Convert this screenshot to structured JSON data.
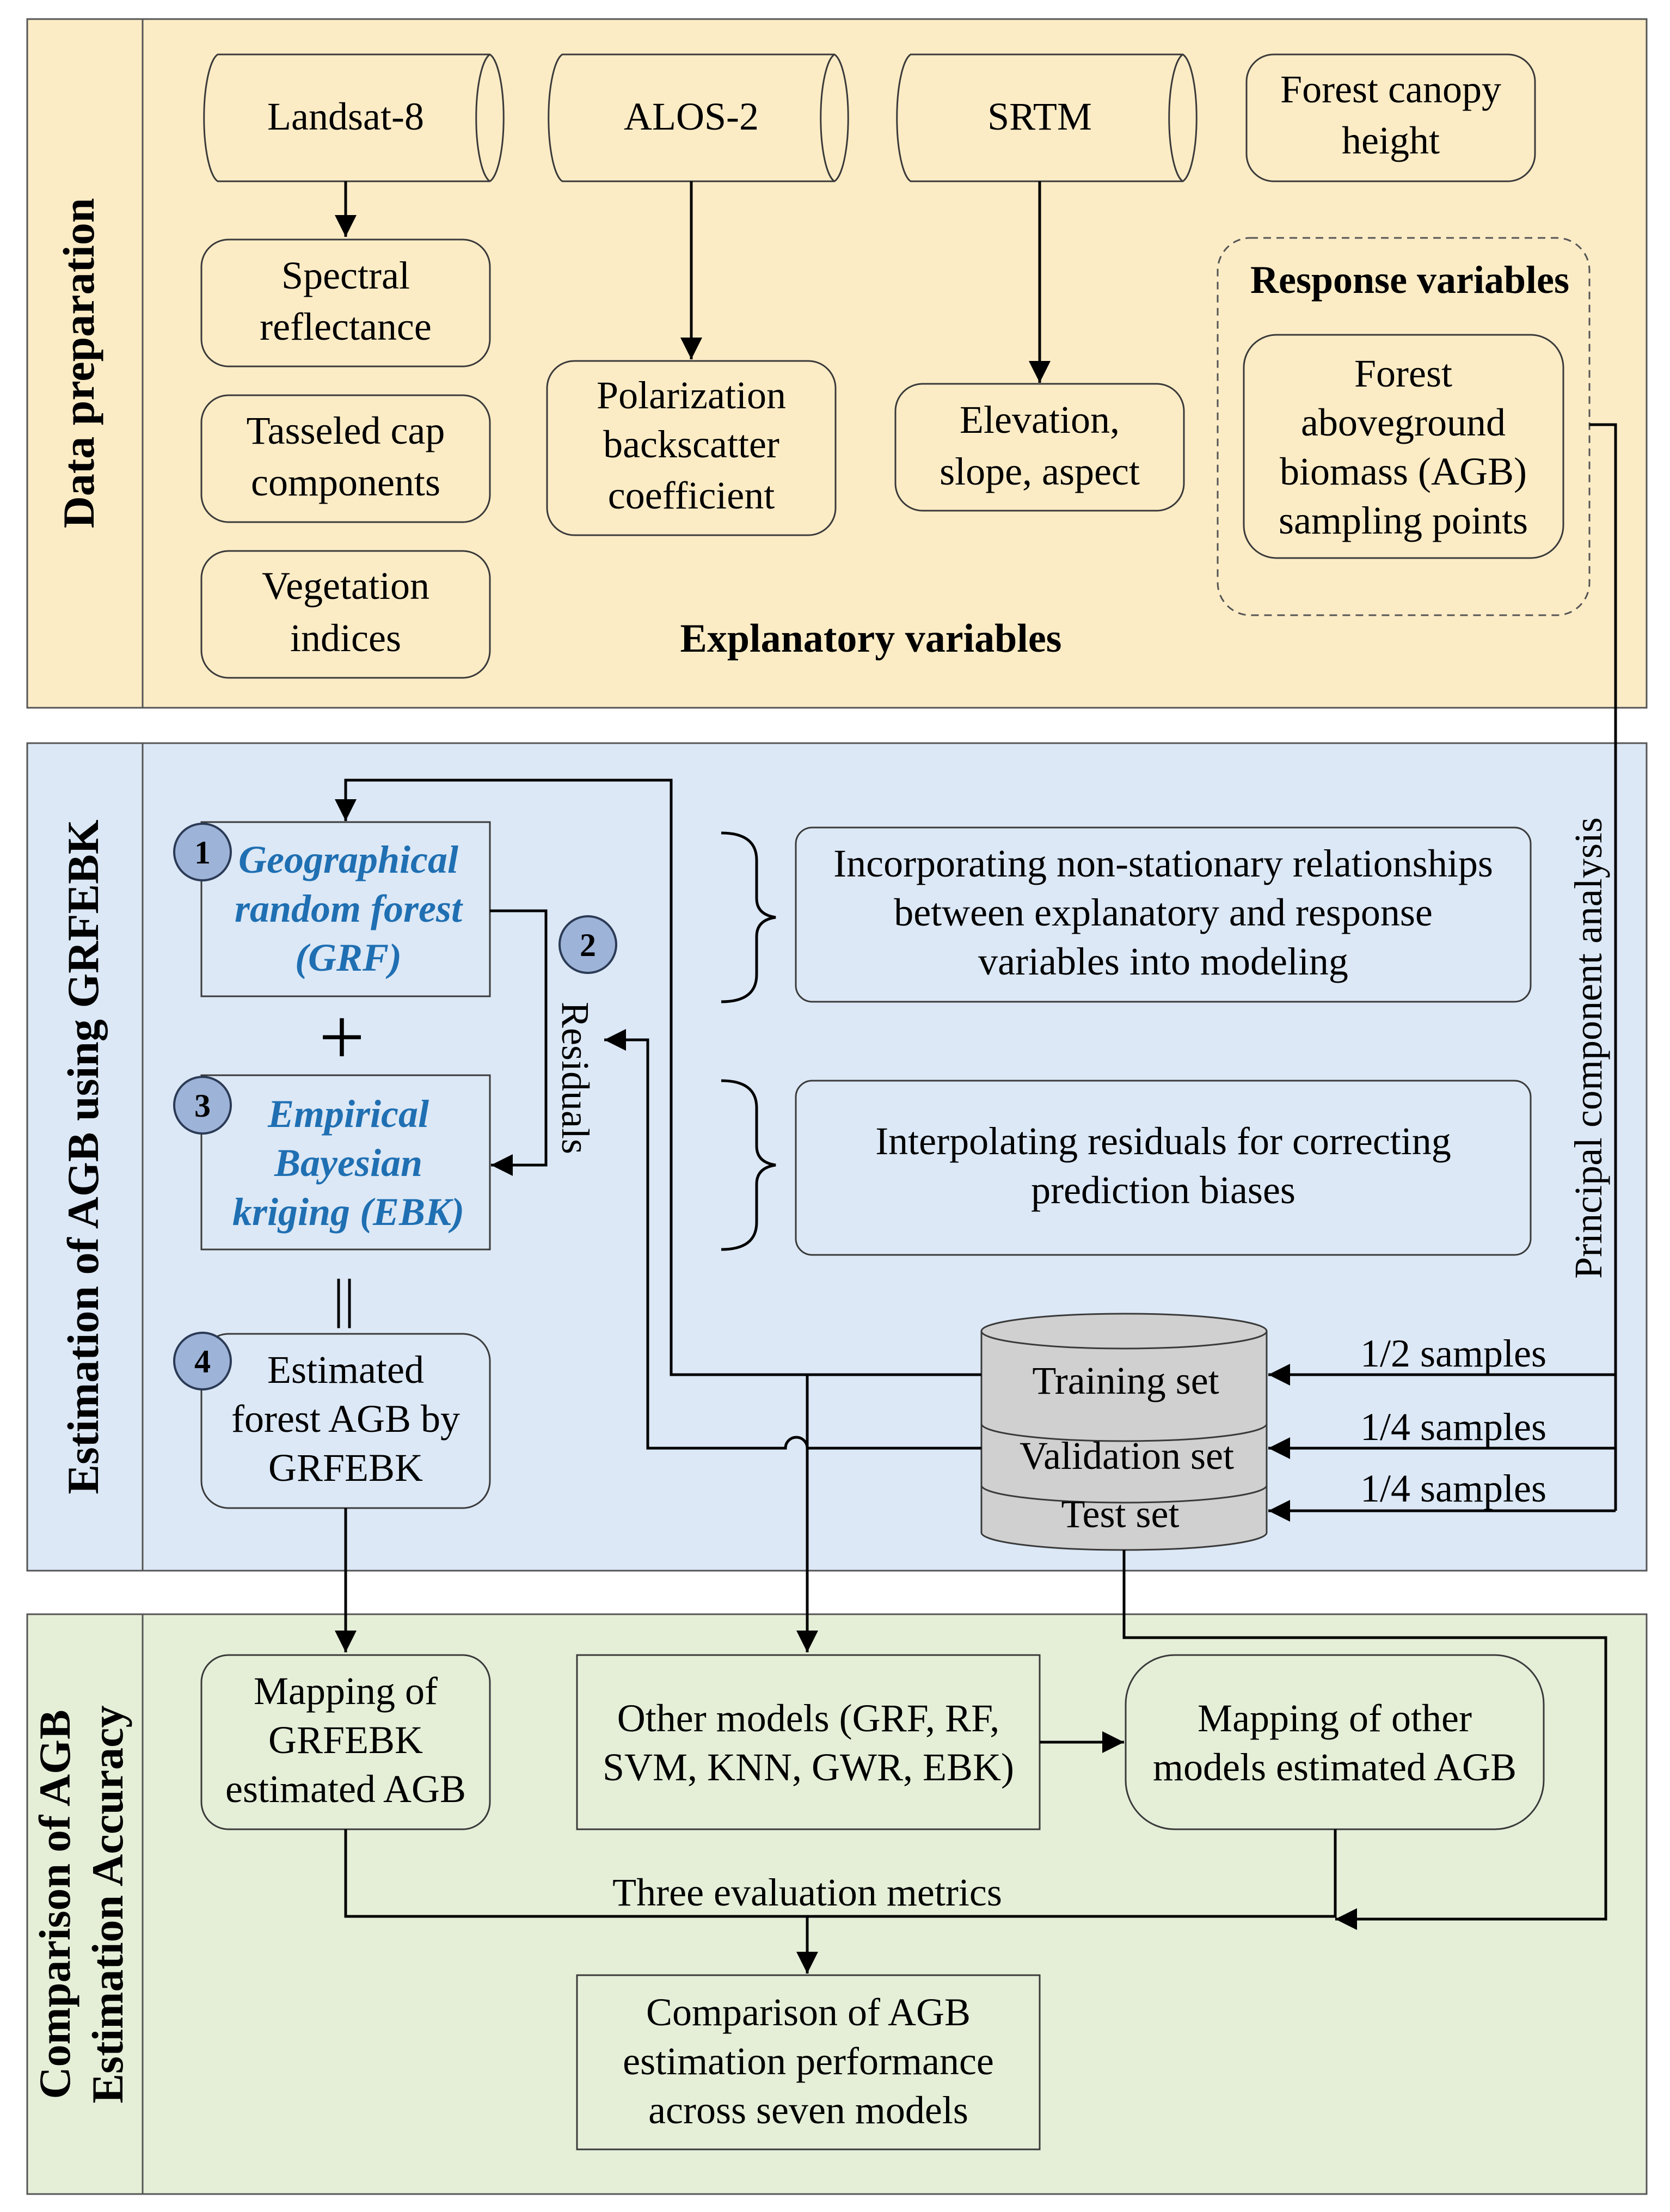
{
  "sections": {
    "data_prep": "Data preparation",
    "estimation": "Estimation of AGB using GRFEBK",
    "comparison_line1": "Comparison of AGB",
    "comparison_line2": "Estimation Accuracy"
  },
  "colors": {
    "data_prep_bg": "#fcecc6",
    "estimation_bg": "#dce8f6",
    "comparison_bg": "#e5efd8",
    "accent_blue": "#1f6fb2",
    "badge": "#9db3d8"
  },
  "sources": {
    "landsat": "Landsat-8",
    "alos": "ALOS-2",
    "srtm": "SRTM",
    "fch_line1": "Forest canopy",
    "fch_line2": "height"
  },
  "features": {
    "spectral": [
      "Spectral",
      "reflectance"
    ],
    "tasseled": [
      "Tasseled cap",
      "components"
    ],
    "vegetation": [
      "Vegetation",
      "indices"
    ],
    "polarization": [
      "Polarization",
      "backscatter",
      "coefficient"
    ],
    "elevation": [
      "Elevation,",
      "slope, aspect"
    ]
  },
  "explanatory_label": "Explanatory variables",
  "response": {
    "label": "Response variables",
    "agb": [
      "Forest",
      "aboveground",
      "biomass (AGB)",
      "sampling points"
    ]
  },
  "steps": {
    "grf": {
      "num": "1",
      "lines": [
        "Geographical",
        "random forest",
        "(GRF)"
      ]
    },
    "residuals": {
      "num": "2",
      "label": "Residuals"
    },
    "ebk": {
      "num": "3",
      "lines": [
        "Empirical",
        "Bayesian",
        "kriging (EBK)"
      ]
    },
    "estimated": {
      "num": "4",
      "lines": [
        "Estimated",
        "forest AGB by",
        "GRFEBK"
      ]
    },
    "plus": "+",
    "equals": "||"
  },
  "notes": {
    "nonstationary": [
      "Incorporating non-stationary relationships",
      "between explanatory and response",
      "variables into modeling"
    ],
    "interpolating": [
      "Interpolating residuals for correcting",
      "prediction biases"
    ]
  },
  "pca_label": "Principal component analysis",
  "sets": {
    "training": "Training set",
    "validation": "Validation set",
    "test": "Test set"
  },
  "samples": {
    "half": "1/2 samples",
    "quarter_a": "1/4 samples",
    "quarter_b": "1/4 samples"
  },
  "comparison": {
    "mapping_grfebk": [
      "Mapping of",
      "GRFEBK",
      "estimated AGB"
    ],
    "other_models": [
      "Other models (GRF, RF,",
      "SVM, KNN, GWR, EBK)"
    ],
    "mapping_other": [
      "Mapping of other",
      "models estimated AGB"
    ],
    "metrics": "Three evaluation metrics",
    "performance": [
      "Comparison of AGB",
      "estimation performance",
      "across seven models"
    ]
  }
}
